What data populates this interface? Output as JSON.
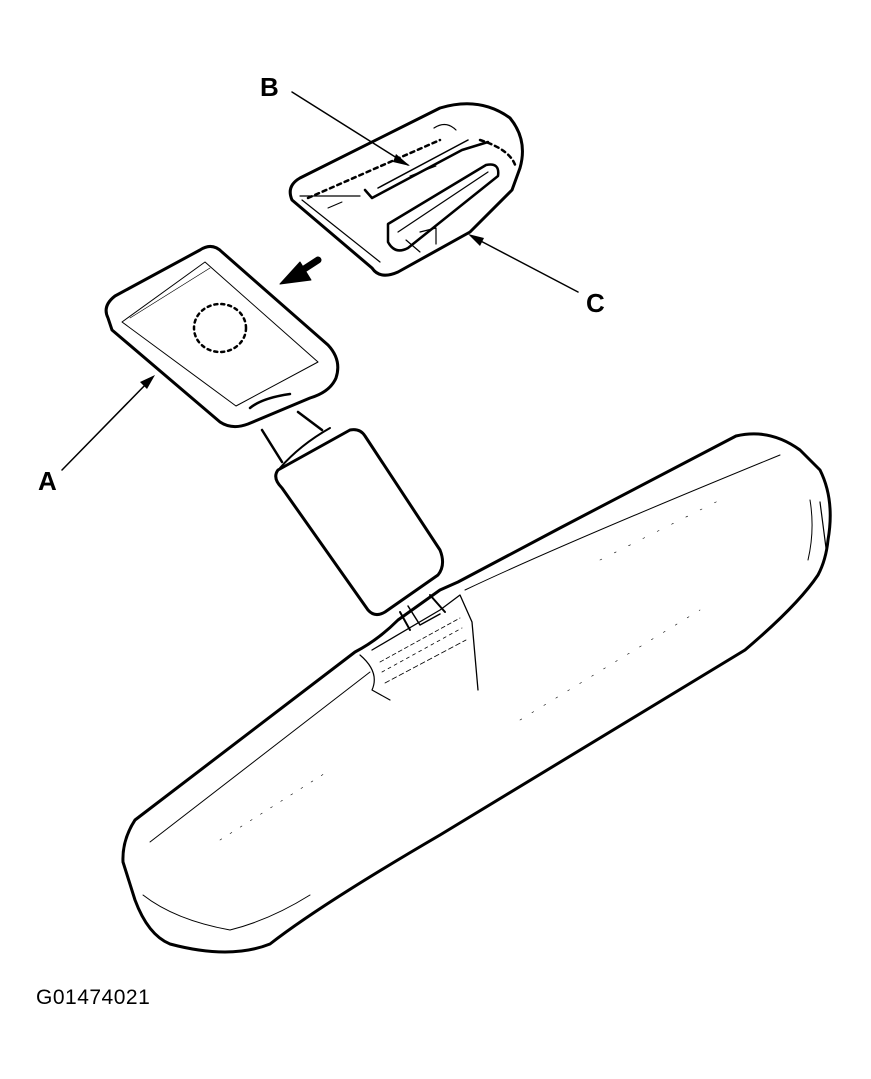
{
  "callouts": {
    "a": "A",
    "b": "B",
    "c": "C"
  },
  "figure_code": "G01474021",
  "colors": {
    "ink": "#000000",
    "paper": "#ffffff"
  }
}
